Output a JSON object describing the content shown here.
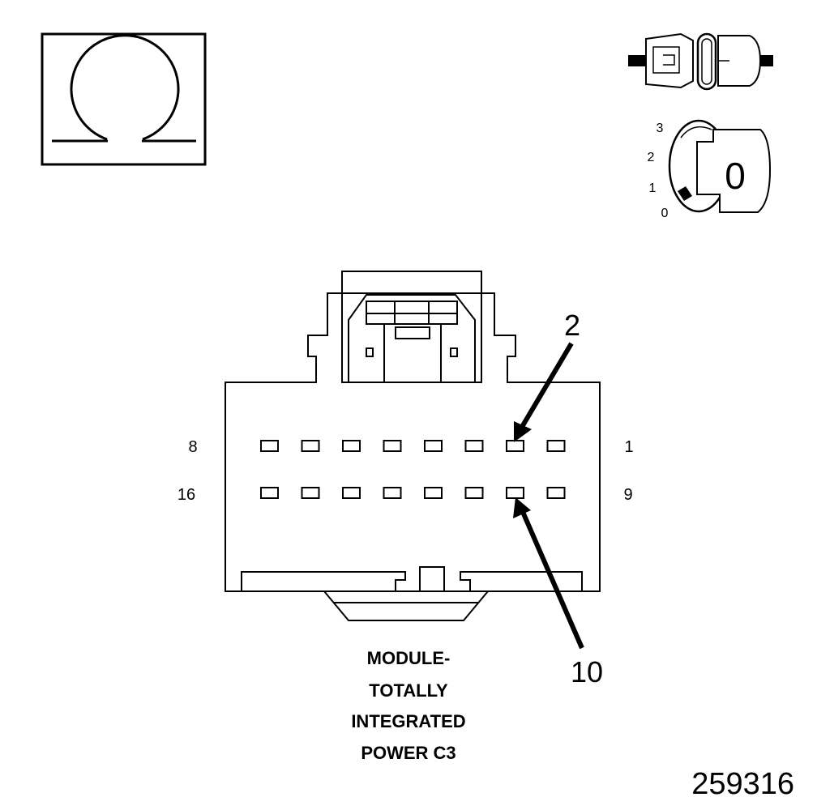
{
  "symbols": {
    "ohm_meter_icon": "omega-ohm-icon",
    "disconnect_connector_icon": "connector-disconnected-icon",
    "ignition_key_icon": "ignition-key-icon"
  },
  "ignition": {
    "positions": [
      "3",
      "2",
      "1",
      "0"
    ],
    "key_label": "0"
  },
  "connector": {
    "row1_left": "8",
    "row1_right": "1",
    "row2_left": "16",
    "row2_right": "9",
    "callout_top": "2",
    "callout_bottom": "10",
    "title_lines": [
      "MODULE-",
      "TOTALLY",
      "INTEGRATED",
      "POWER C3"
    ]
  },
  "figure_number": "259316"
}
